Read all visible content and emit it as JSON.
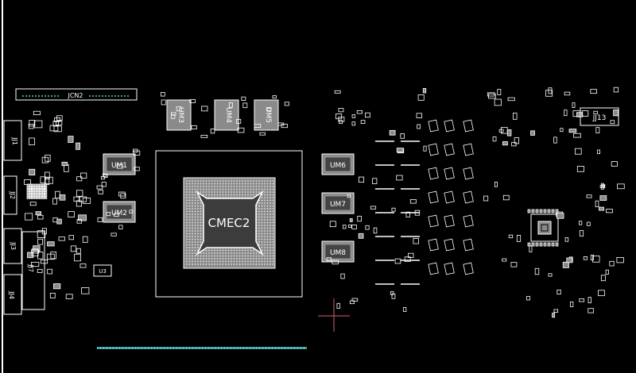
{
  "connectors": {
    "jcn2": "JCN2",
    "jj13": "JJ13",
    "jj1": "JJ1",
    "jj2": "JJ2",
    "jj3": "JJ3",
    "jj4": "JJ4",
    "jj7": "JJ7"
  },
  "gpu": {
    "label": "CMEC2"
  },
  "memory": {
    "um1": "UM1",
    "um2": "UM2",
    "um3": "UM3",
    "um4": "UM4",
    "um5": "UM5",
    "um6": "UM6",
    "um7": "UM7",
    "um8": "UM8"
  },
  "chips": {
    "u3": "U3"
  },
  "colors": {
    "background": "#000000",
    "outline": "#ffffff",
    "silk": "#cfcfcf",
    "pad_fill": "#8a8a8a",
    "teal": "#3aa0a0",
    "cursor": "#d06070"
  }
}
